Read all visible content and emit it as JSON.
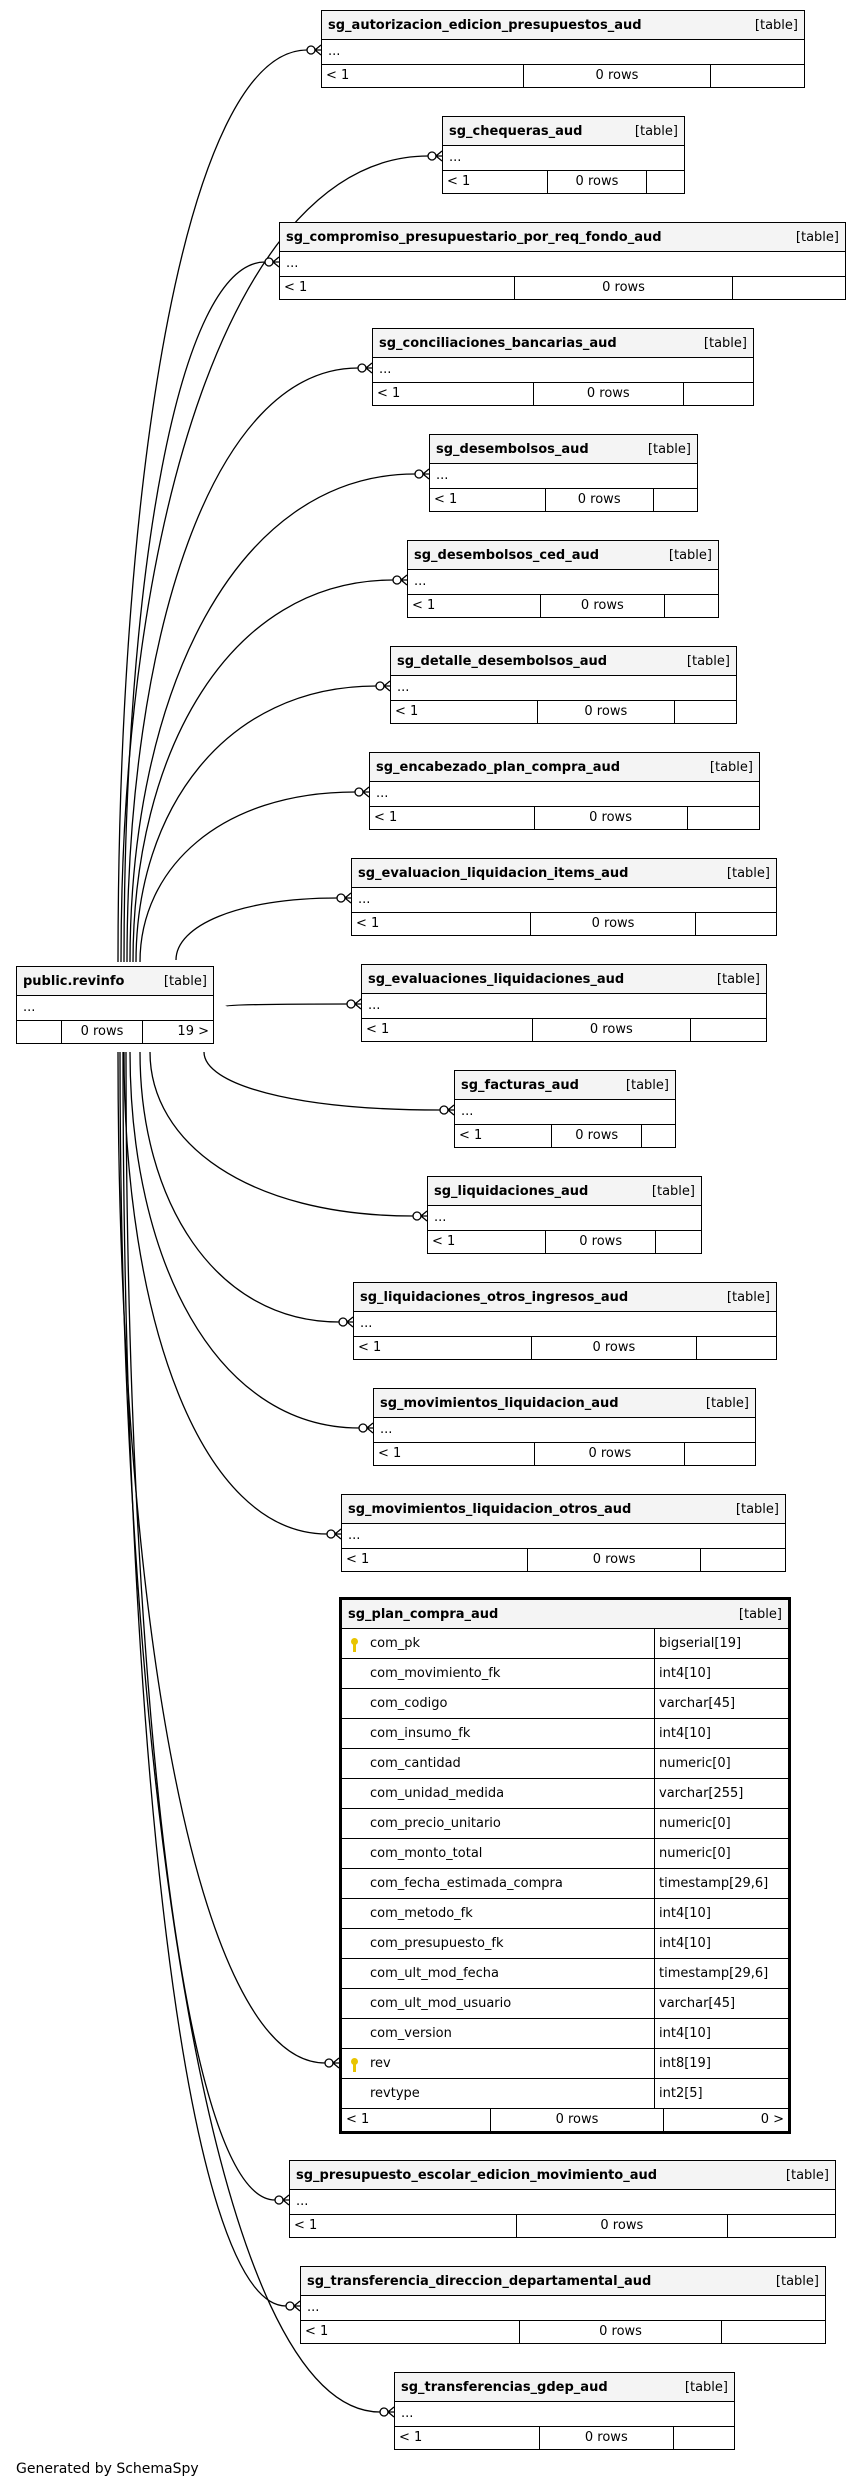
{
  "generator": "Generated by SchemaSpy",
  "main": {
    "name": "public.revinfo",
    "type": "[table]",
    "ellipsis": "...",
    "rows": "0 rows",
    "right": "19 >"
  },
  "tables": [
    {
      "name": "sg_autorizacion_edicion_presupuestos_aud",
      "type": "[table]",
      "ellipsis": "...",
      "left": "< 1",
      "rows": "0 rows"
    },
    {
      "name": "sg_chequeras_aud",
      "type": "[table]",
      "ellipsis": "...",
      "left": "< 1",
      "rows": "0 rows"
    },
    {
      "name": "sg_compromiso_presupuestario_por_req_fondo_aud",
      "type": "[table]",
      "ellipsis": "...",
      "left": "< 1",
      "rows": "0 rows"
    },
    {
      "name": "sg_conciliaciones_bancarias_aud",
      "type": "[table]",
      "ellipsis": "...",
      "left": "< 1",
      "rows": "0 rows"
    },
    {
      "name": "sg_desembolsos_aud",
      "type": "[table]",
      "ellipsis": "...",
      "left": "< 1",
      "rows": "0 rows"
    },
    {
      "name": "sg_desembolsos_ced_aud",
      "type": "[table]",
      "ellipsis": "...",
      "left": "< 1",
      "rows": "0 rows"
    },
    {
      "name": "sg_detalle_desembolsos_aud",
      "type": "[table]",
      "ellipsis": "...",
      "left": "< 1",
      "rows": "0 rows"
    },
    {
      "name": "sg_encabezado_plan_compra_aud",
      "type": "[table]",
      "ellipsis": "...",
      "left": "< 1",
      "rows": "0 rows"
    },
    {
      "name": "sg_evaluacion_liquidacion_items_aud",
      "type": "[table]",
      "ellipsis": "...",
      "left": "< 1",
      "rows": "0 rows"
    },
    {
      "name": "sg_evaluaciones_liquidaciones_aud",
      "type": "[table]",
      "ellipsis": "...",
      "left": "< 1",
      "rows": "0 rows"
    },
    {
      "name": "sg_facturas_aud",
      "type": "[table]",
      "ellipsis": "...",
      "left": "< 1",
      "rows": "0 rows"
    },
    {
      "name": "sg_liquidaciones_aud",
      "type": "[table]",
      "ellipsis": "...",
      "left": "< 1",
      "rows": "0 rows"
    },
    {
      "name": "sg_liquidaciones_otros_ingresos_aud",
      "type": "[table]",
      "ellipsis": "...",
      "left": "< 1",
      "rows": "0 rows"
    },
    {
      "name": "sg_movimientos_liquidacion_aud",
      "type": "[table]",
      "ellipsis": "...",
      "left": "< 1",
      "rows": "0 rows"
    },
    {
      "name": "sg_movimientos_liquidacion_otros_aud",
      "type": "[table]",
      "ellipsis": "...",
      "left": "< 1",
      "rows": "0 rows"
    },
    {
      "name": "sg_presupuesto_escolar_edicion_movimiento_aud",
      "type": "[table]",
      "ellipsis": "...",
      "left": "< 1",
      "rows": "0 rows"
    },
    {
      "name": "sg_transferencia_direccion_departamental_aud",
      "type": "[table]",
      "ellipsis": "...",
      "left": "< 1",
      "rows": "0 rows"
    },
    {
      "name": "sg_transferencias_gdep_aud",
      "type": "[table]",
      "ellipsis": "...",
      "left": "< 1",
      "rows": "0 rows"
    }
  ],
  "focus": {
    "name": "sg_plan_compra_aud",
    "type": "[table]",
    "columns": [
      {
        "name": "com_pk",
        "type": "bigserial[19]",
        "key": true
      },
      {
        "name": "com_movimiento_fk",
        "type": "int4[10]",
        "key": false
      },
      {
        "name": "com_codigo",
        "type": "varchar[45]",
        "key": false
      },
      {
        "name": "com_insumo_fk",
        "type": "int4[10]",
        "key": false
      },
      {
        "name": "com_cantidad",
        "type": "numeric[0]",
        "key": false
      },
      {
        "name": "com_unidad_medida",
        "type": "varchar[255]",
        "key": false
      },
      {
        "name": "com_precio_unitario",
        "type": "numeric[0]",
        "key": false
      },
      {
        "name": "com_monto_total",
        "type": "numeric[0]",
        "key": false
      },
      {
        "name": "com_fecha_estimada_compra",
        "type": "timestamp[29,6]",
        "key": false
      },
      {
        "name": "com_metodo_fk",
        "type": "int4[10]",
        "key": false
      },
      {
        "name": "com_presupuesto_fk",
        "type": "int4[10]",
        "key": false
      },
      {
        "name": "com_ult_mod_fecha",
        "type": "timestamp[29,6]",
        "key": false
      },
      {
        "name": "com_ult_mod_usuario",
        "type": "varchar[45]",
        "key": false
      },
      {
        "name": "com_version",
        "type": "int4[10]",
        "key": false
      },
      {
        "name": "rev",
        "type": "int8[19]",
        "key": true
      },
      {
        "name": "revtype",
        "type": "int2[5]",
        "key": false
      }
    ],
    "left": "< 1",
    "rows": "0 rows",
    "right": "0 >"
  }
}
